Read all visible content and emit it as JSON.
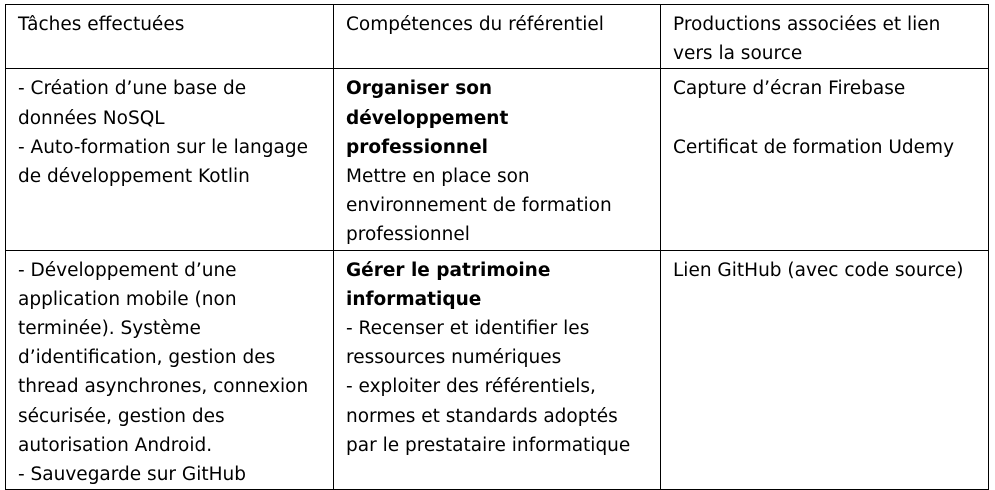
{
  "table": {
    "headers": [
      "Tâches effectuées",
      "Compétences du référentiel",
      "Productions associées et lien vers la source"
    ],
    "rows": [
      {
        "taches": [
          "- Création d’une base de données NoSQL",
          "- Auto-formation sur le langage de développement Kotlin"
        ],
        "competence_titre": "Organiser son développement professionnel",
        "competence_items": [
          "Mettre en place son environnement de formation professionnel"
        ],
        "productions": [
          "Capture d’écran Firebase",
          "Certificat de formation Udemy"
        ]
      },
      {
        "taches": [
          "- Développement d’une application mobile (non terminée). Système d’identification, gestion des thread asynchrones, connexion sécurisée, gestion des autorisation Android.",
          "- Sauvegarde sur GitHub"
        ],
        "competence_titre": "Gérer le patrimoine informatique",
        "competence_items": [
          "- Recenser et identifier les ressources numériques",
          "- exploiter des référentiels, normes et standards adoptés par le prestataire informatique"
        ],
        "productions": [
          "Lien GitHub (avec code source)"
        ]
      }
    ]
  }
}
